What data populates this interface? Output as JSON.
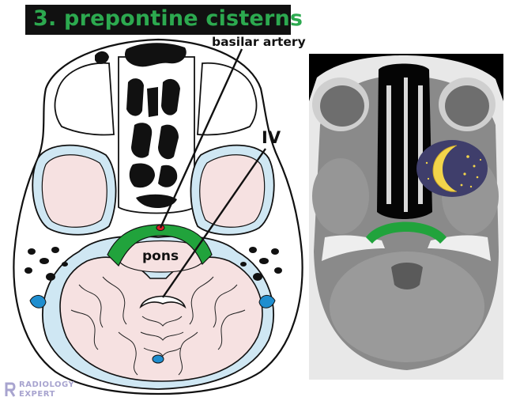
{
  "title": "3. prepontine cisterns",
  "labels": {
    "basilar_artery": "basilar artery",
    "fourth_ventricle": "IV",
    "pons": "pons"
  },
  "logo": {
    "line1": "RADIOLOGY",
    "line2": "EXPERT"
  },
  "icons": [
    "moon-stars-icon",
    "radiology-assistant-logo"
  ],
  "colors": {
    "title_text": "#2ca94f",
    "title_bg": "#111111",
    "cistern_green": "#21a33c",
    "csf_blue": "#cfe7f3",
    "brain_pink": "#f6e1e1",
    "artery_red": "#d81f26",
    "moon_bg": "#3f3e6b",
    "moon_yellow": "#f3d54a"
  }
}
